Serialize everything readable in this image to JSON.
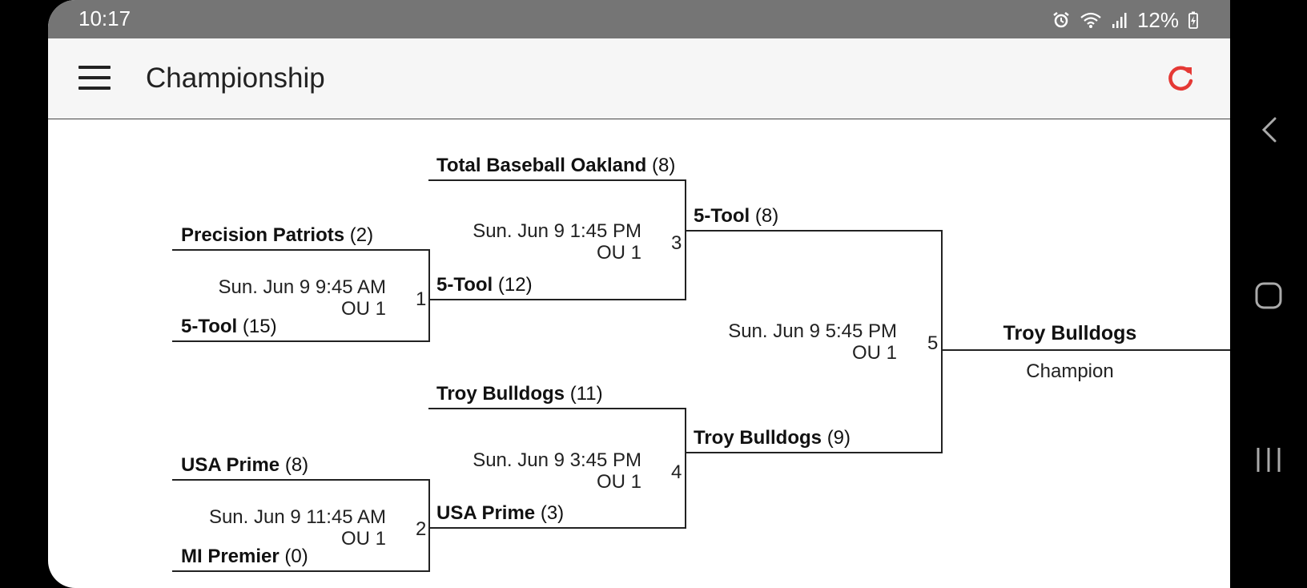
{
  "status": {
    "time": "10:17",
    "battery": "12%"
  },
  "header": {
    "title": "Championship"
  },
  "games": [
    {
      "id": "1",
      "date": "Sun. Jun 9 9:45 AM",
      "location": "OU 1",
      "top": {
        "name": "Precision Patriots",
        "score": "(2)"
      },
      "bottom": {
        "name": "5-Tool",
        "score": "(15)"
      }
    },
    {
      "id": "2",
      "date": "Sun. Jun 9 11:45 AM",
      "location": "OU 1",
      "top": {
        "name": "USA Prime",
        "score": "(8)"
      },
      "bottom": {
        "name": "MI Premier",
        "score": "(0)"
      }
    },
    {
      "id": "3",
      "date": "Sun. Jun 9 1:45 PM",
      "location": "OU 1",
      "top": {
        "name": "Total Baseball Oakland",
        "score": "(8)"
      },
      "bottom": {
        "name": "5-Tool",
        "score": "(12)"
      }
    },
    {
      "id": "4",
      "date": "Sun. Jun 9 3:45 PM",
      "location": "OU 1",
      "top": {
        "name": "Troy Bulldogs",
        "score": "(11)"
      },
      "bottom": {
        "name": "USA Prime",
        "score": "(3)"
      }
    },
    {
      "id": "5",
      "date": "Sun. Jun 9 5:45 PM",
      "location": "OU 1",
      "top": {
        "name": "5-Tool",
        "score": "(8)"
      },
      "bottom": {
        "name": "Troy Bulldogs",
        "score": "(9)"
      }
    }
  ],
  "champion": {
    "name": "Troy Bulldogs",
    "label": "Champion"
  },
  "icons": {
    "menu": "hamburger-menu-icon",
    "refresh": "refresh-icon",
    "alarm": "alarm-icon",
    "wifi": "wifi-icon",
    "signal": "signal-icon",
    "battery": "battery-charging-icon",
    "back": "back-icon",
    "home": "home-icon",
    "recents": "recents-icon"
  },
  "colors": {
    "accent": "#e53935",
    "status_bar": "#757575",
    "app_bar": "#f6f6f6"
  }
}
